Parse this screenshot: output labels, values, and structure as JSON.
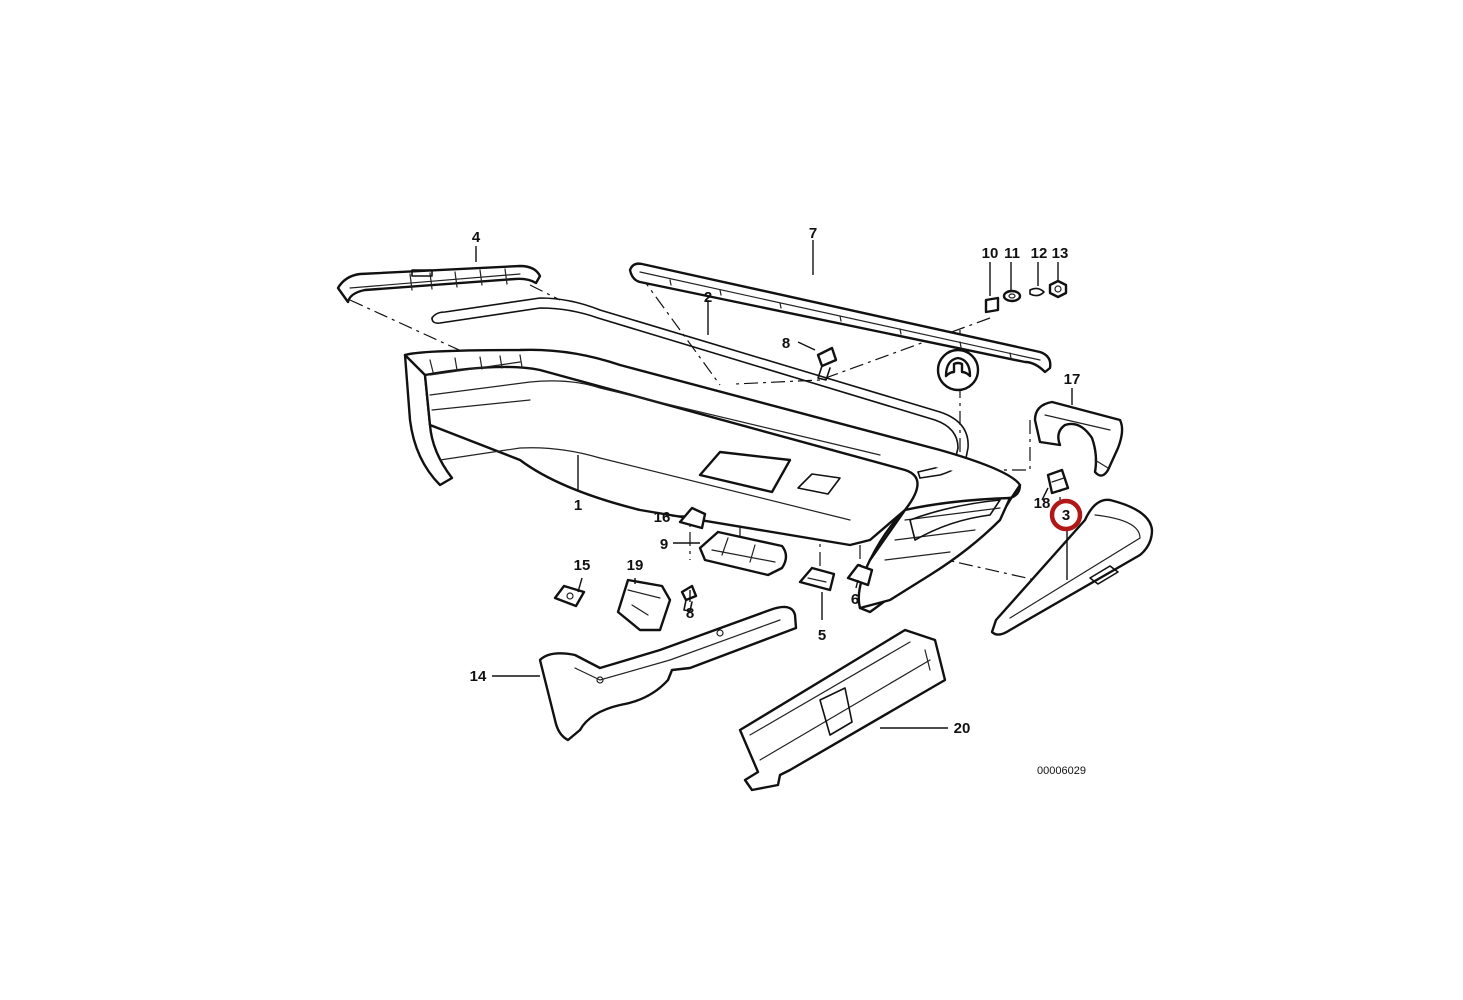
{
  "diagram": {
    "callouts": [
      "1",
      "2",
      "3",
      "4",
      "5",
      "6",
      "7",
      "8",
      "8",
      "9",
      "10",
      "11",
      "12",
      "13",
      "14",
      "15",
      "16",
      "17",
      "18",
      "19",
      "20"
    ],
    "diagram_code": "00006029",
    "highlighted_part": "3",
    "highlight_color": "#b01818"
  }
}
